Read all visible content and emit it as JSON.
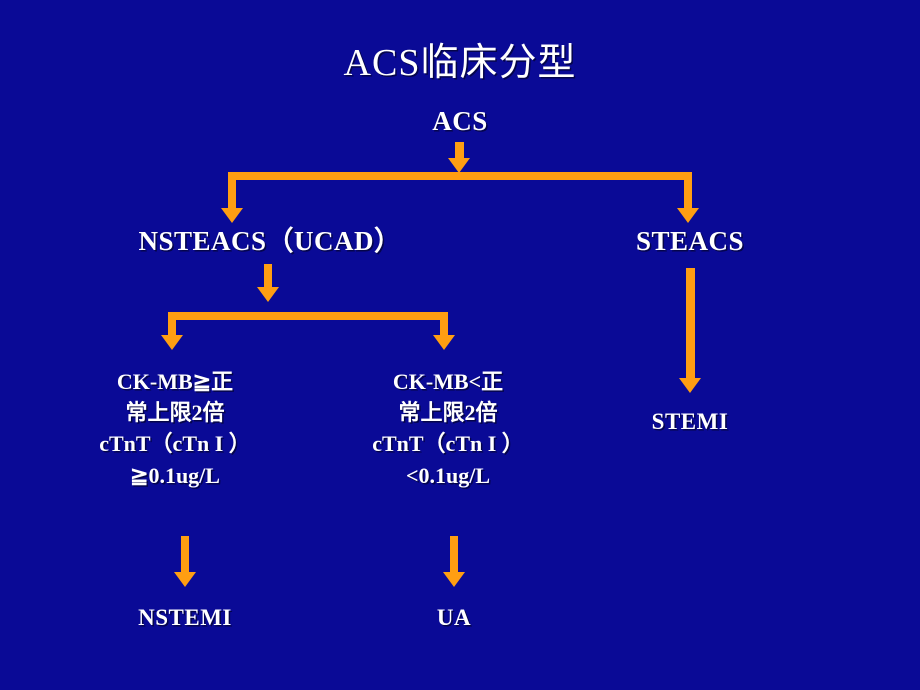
{
  "slide": {
    "title": "ACS临床分型",
    "background_color": "#0a0a96",
    "text_color": "#ffffff",
    "connector_color": "#ff9e12"
  },
  "nodes": {
    "root": {
      "label": "ACS"
    },
    "branch_left": {
      "label": "NSTEACS（UCAD）"
    },
    "branch_right": {
      "label": "STEACS"
    },
    "criteria_left": {
      "line1": "CK-MB≧正",
      "line2": "常上限2倍",
      "line3": "cTnT（cTn I ）",
      "line4": "≧0.1ug/L"
    },
    "criteria_right": {
      "line1": "CK-MB<正",
      "line2": "常上限2倍",
      "line3": "cTnT（cTn I ）",
      "line4": "<0.1ug/L"
    },
    "leaf_nstemi": {
      "label": "NSTEMI"
    },
    "leaf_ua": {
      "label": "UA"
    },
    "leaf_stemi": {
      "label": "STEMI"
    }
  }
}
